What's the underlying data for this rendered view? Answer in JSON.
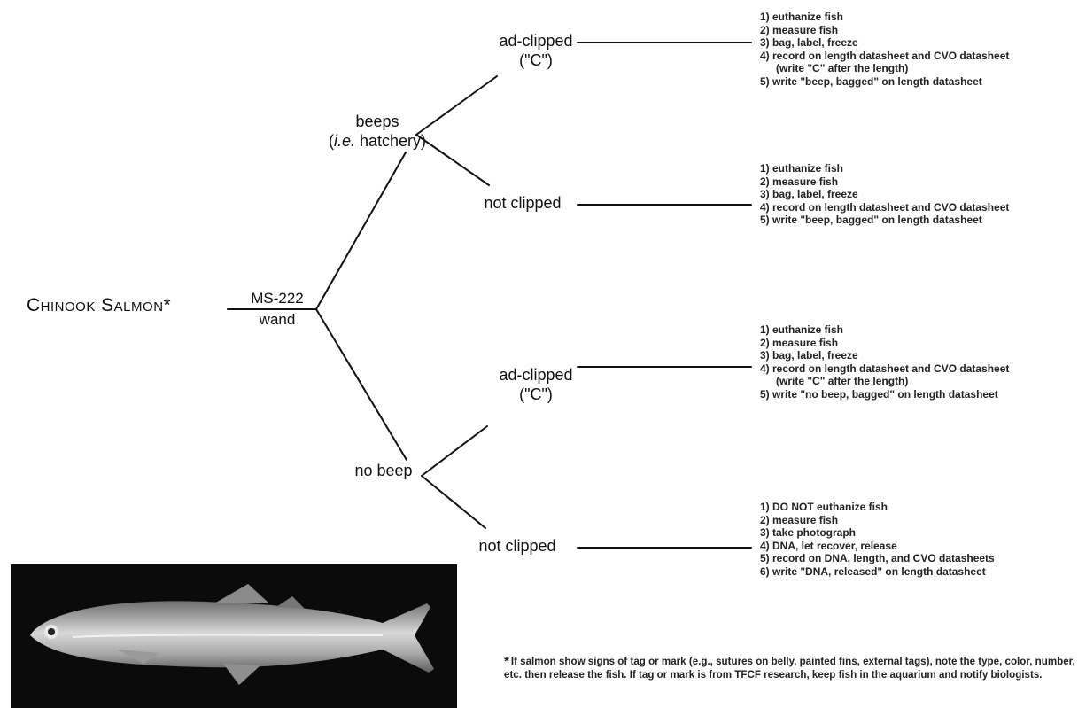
{
  "root": {
    "title": "Chinook Salmon*",
    "method_top": "MS-222",
    "method_bottom": "wand"
  },
  "branches": {
    "beeps": {
      "label": "beeps",
      "sub_em": "i.e.",
      "sub_rest": " hatchery)"
    },
    "no_beep": {
      "label": "no beep"
    }
  },
  "leaves": {
    "beeps_clipped": {
      "label": "ad-clipped",
      "code": "(\"C\")",
      "steps": [
        "1) euthanize fish",
        "2) measure fish",
        "3) bag, label, freeze",
        "4) record on length datasheet and CVO datasheet",
        "(write \"C\" after the length)",
        "5) write \"beep, bagged\" on length datasheet"
      ]
    },
    "beeps_not_clipped": {
      "label": "not clipped",
      "steps": [
        "1) euthanize fish",
        "2) measure fish",
        "3) bag, label, freeze",
        "4) record on length datasheet and CVO datasheet",
        "5) write \"beep, bagged\" on length datasheet"
      ]
    },
    "nobeep_clipped": {
      "label": "ad-clipped",
      "code": "(\"C\")",
      "steps": [
        "1) euthanize fish",
        "2) measure fish",
        "3) bag, label, freeze",
        "4) record on length datasheet and CVO datasheet",
        "(write \"C\" after the length)",
        "5) write \"no beep, bagged\" on length datasheet"
      ]
    },
    "nobeep_not_clipped": {
      "label": "not clipped",
      "steps": [
        "1) DO NOT euthanize fish",
        "2) measure fish",
        "3) take photograph",
        "4) DNA, let recover, release",
        "5) record on DNA, length, and CVO datasheets",
        "6) write \"DNA, released\" on length datasheet"
      ]
    }
  },
  "footnote": {
    "star": "*",
    "text": "If salmon show signs of tag or mark (e.g., sutures on belly, painted fins, external tags), note the type, color, number, etc. then release the fish.  If tag or mark is from TFCF research, keep fish in the aquarium and notify biologists."
  }
}
